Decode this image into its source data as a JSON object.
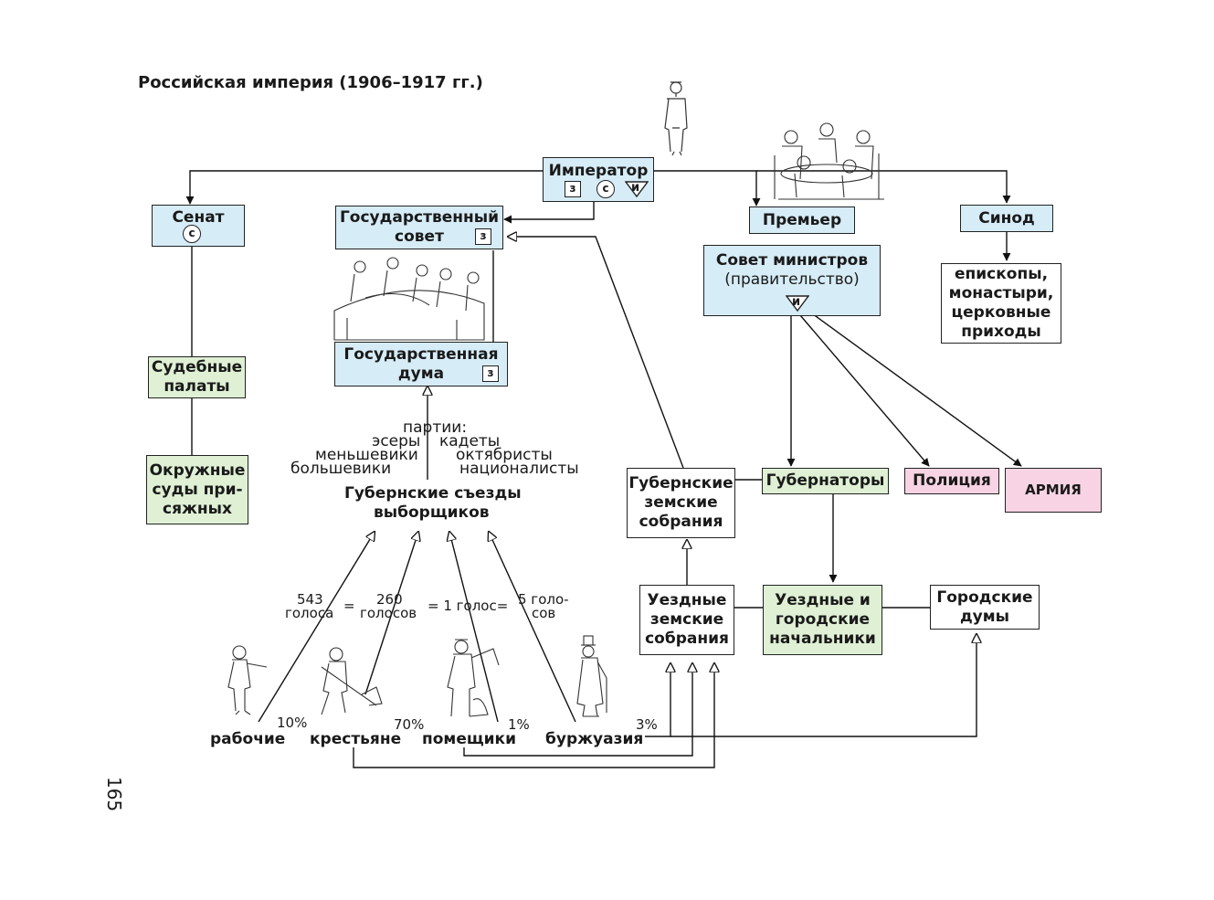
{
  "title": "Российская империя (1906–1917 гг.)",
  "page_number": "165",
  "nodes": {
    "emperor": {
      "label": "Император",
      "badges": [
        "з",
        "с",
        "и"
      ]
    },
    "senate": {
      "label": "Сенат",
      "badge": "с"
    },
    "state_council": {
      "line1": "Государственный",
      "line2": "совет",
      "badge": "з"
    },
    "state_duma": {
      "line1": "Государственная",
      "line2": "дума",
      "badge": "з"
    },
    "premier": {
      "label": "Премьер"
    },
    "synod": {
      "label": "Синод"
    },
    "council_of_ministers": {
      "line1": "Совет министров",
      "line2": "(правительство)",
      "badge": "и"
    },
    "church": {
      "line1": "епископы,",
      "line2": "монастыри,",
      "line3": "церковные",
      "line4": "приходы"
    },
    "judicial_chambers": {
      "line1": "Судебные",
      "line2": "палаты"
    },
    "district_courts": {
      "line1": "Окружные",
      "line2": "суды при-",
      "line3": "сяжных"
    },
    "provincial_congresses": {
      "line1": "Губернские съезды",
      "line2": "выборщиков"
    },
    "provincial_zemstvo": {
      "line1": "Губернские",
      "line2": "земские",
      "line3": "собрания"
    },
    "governors": {
      "label": "Губернаторы"
    },
    "police": {
      "label": "Полиция"
    },
    "army": {
      "label": "АРМИЯ"
    },
    "uezd_zemstvo": {
      "line1": "Уездные",
      "line2": "земские",
      "line3": "собрания"
    },
    "uezd_chiefs": {
      "line1": "Уездные и",
      "line2": "городские",
      "line3": "начальники"
    },
    "city_dumas": {
      "line1": "Городские",
      "line2": "думы"
    }
  },
  "parties": {
    "heading": "партии:",
    "left": [
      "эсеры",
      "меньшевики",
      "большевики"
    ],
    "right": [
      "кадеты",
      "октябристы",
      "националисты"
    ]
  },
  "voting": {
    "v1_num": "543",
    "v1_unit": "голоса",
    "eq1": "=",
    "v2_num": "260",
    "v2_unit": "голосов",
    "eq2": "= 1 голос=",
    "v3_num": "5 голо-",
    "v3_unit": "сов"
  },
  "classes": [
    {
      "name": "рабочие",
      "share": "10%"
    },
    {
      "name": "крестьяне",
      "share": "70%"
    },
    {
      "name": "помещики",
      "share": "1%"
    },
    {
      "name": "буржуазия",
      "share": "3%"
    }
  ],
  "colors": {
    "blue": "#d6ecf7",
    "green": "#dff0d4",
    "pink": "#f7d3e3"
  }
}
